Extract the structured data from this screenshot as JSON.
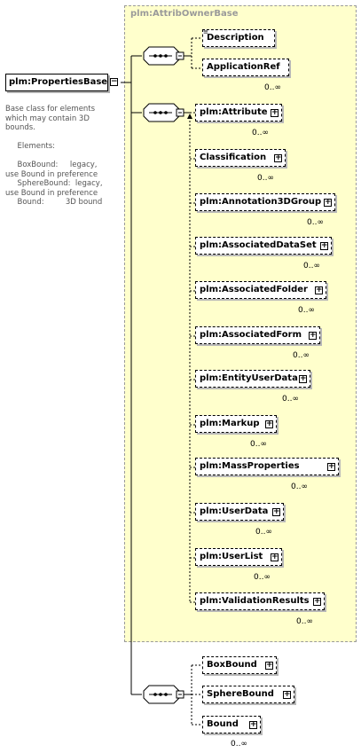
{
  "extension": {
    "title": "plm:AttribOwnerBase"
  },
  "root": {
    "name": "plm:PropertiesBase"
  },
  "documentation": "Base class for elements\nwhich may contain 3D\nbounds.\n\n     Elements:\n\n     BoxBound:     legacy,\nuse Bound in preference\n     SphereBound:  legacy,\nuse Bound in preference\n     Bound:         3D bound",
  "group1": [
    {
      "name": "Description",
      "card": ""
    },
    {
      "name": "ApplicationRef",
      "card": "0..∞"
    }
  ],
  "group2": [
    {
      "name": "plm:Attribute",
      "card": "0..∞"
    },
    {
      "name": "Classification",
      "card": "0..∞"
    },
    {
      "name": "plm:Annotation3DGroup",
      "card": "0..∞"
    },
    {
      "name": "plm:AssociatedDataSet",
      "card": "0..∞"
    },
    {
      "name": "plm:AssociatedFolder",
      "card": "0..∞"
    },
    {
      "name": "plm:AssociatedForm",
      "card": "0..∞"
    },
    {
      "name": "plm:EntityUserData",
      "card": "0..∞"
    },
    {
      "name": "plm:Markup",
      "card": "0..∞"
    },
    {
      "name": "plm:MassProperties",
      "card": "0..∞"
    },
    {
      "name": "plm:UserData",
      "card": "0..∞"
    },
    {
      "name": "plm:UserList",
      "card": "0..∞"
    },
    {
      "name": "plm:ValidationResults",
      "card": "0..∞"
    }
  ],
  "group3": [
    {
      "name": "BoxBound",
      "card": ""
    },
    {
      "name": "SphereBound",
      "card": ""
    },
    {
      "name": "Bound",
      "card": "0..∞"
    }
  ]
}
